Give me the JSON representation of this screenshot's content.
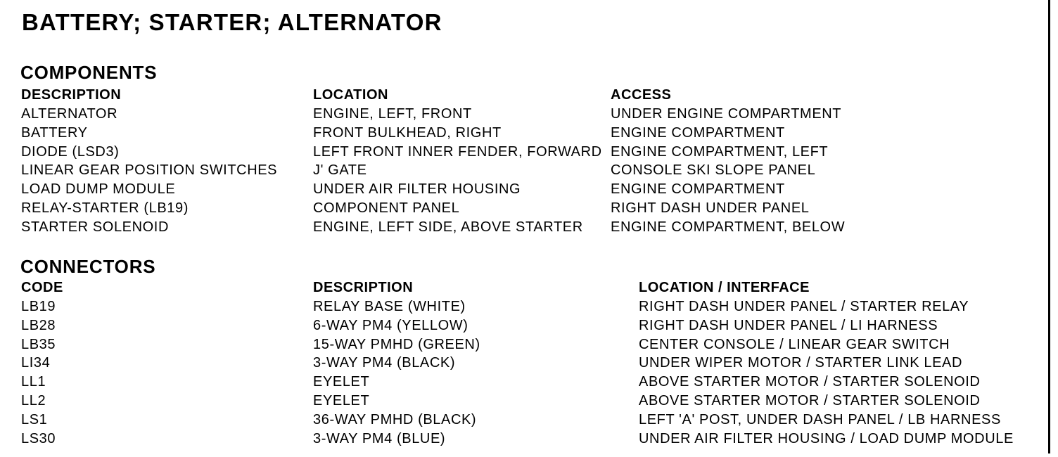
{
  "page": {
    "title": "BATTERY; STARTER; ALTERNATOR"
  },
  "colors": {
    "text": "#000000",
    "background": "#ffffff",
    "rule": "#000000"
  },
  "components": {
    "heading": "COMPONENTS",
    "columns": {
      "description": "DESCRIPTION",
      "location": "LOCATION",
      "access": "ACCESS"
    },
    "rows": [
      {
        "description": "ALTERNATOR",
        "location": "ENGINE, LEFT, FRONT",
        "access": "UNDER ENGINE COMPARTMENT"
      },
      {
        "description": "BATTERY",
        "location": "FRONT BULKHEAD, RIGHT",
        "access": "ENGINE COMPARTMENT"
      },
      {
        "description": "DIODE (LSD3)",
        "location": "LEFT FRONT INNER FENDER, FORWARD",
        "access": "ENGINE COMPARTMENT, LEFT"
      },
      {
        "description": "LINEAR GEAR POSITION SWITCHES",
        "location": "J' GATE",
        "access": "CONSOLE SKI SLOPE PANEL"
      },
      {
        "description": "LOAD DUMP MODULE",
        "location": "UNDER AIR FILTER HOUSING",
        "access": "ENGINE COMPARTMENT"
      },
      {
        "description": "RELAY-STARTER (LB19)",
        "location": "COMPONENT PANEL",
        "access": "RIGHT DASH UNDER PANEL"
      },
      {
        "description": "STARTER SOLENOID",
        "location": "ENGINE, LEFT SIDE, ABOVE STARTER",
        "access": "ENGINE COMPARTMENT, BELOW"
      }
    ]
  },
  "connectors": {
    "heading": "CONNECTORS",
    "columns": {
      "code": "CODE",
      "description": "DESCRIPTION",
      "location_interface": "LOCATION / INTERFACE"
    },
    "rows": [
      {
        "code": "LB19",
        "description": "RELAY BASE (WHITE)",
        "location_interface": "RIGHT DASH UNDER PANEL / STARTER RELAY"
      },
      {
        "code": "LB28",
        "description": "6-WAY PM4 (YELLOW)",
        "location_interface": "RIGHT DASH UNDER PANEL / LI HARNESS"
      },
      {
        "code": "LB35",
        "description": "15-WAY PMHD (GREEN)",
        "location_interface": "CENTER CONSOLE / LINEAR GEAR SWITCH"
      },
      {
        "code": "LI34",
        "description": "3-WAY PM4 (BLACK)",
        "location_interface": "UNDER WIPER MOTOR / STARTER LINK LEAD"
      },
      {
        "code": "LL1",
        "description": "EYELET",
        "location_interface": "ABOVE STARTER MOTOR / STARTER SOLENOID"
      },
      {
        "code": "LL2",
        "description": "EYELET",
        "location_interface": "ABOVE STARTER MOTOR / STARTER SOLENOID"
      },
      {
        "code": "LS1",
        "description": "36-WAY PMHD (BLACK)",
        "location_interface": "LEFT 'A' POST, UNDER DASH PANEL / LB HARNESS"
      },
      {
        "code": "LS30",
        "description": "3-WAY PM4 (BLUE)",
        "location_interface": "UNDER AIR FILTER HOUSING / LOAD DUMP MODULE"
      }
    ]
  }
}
